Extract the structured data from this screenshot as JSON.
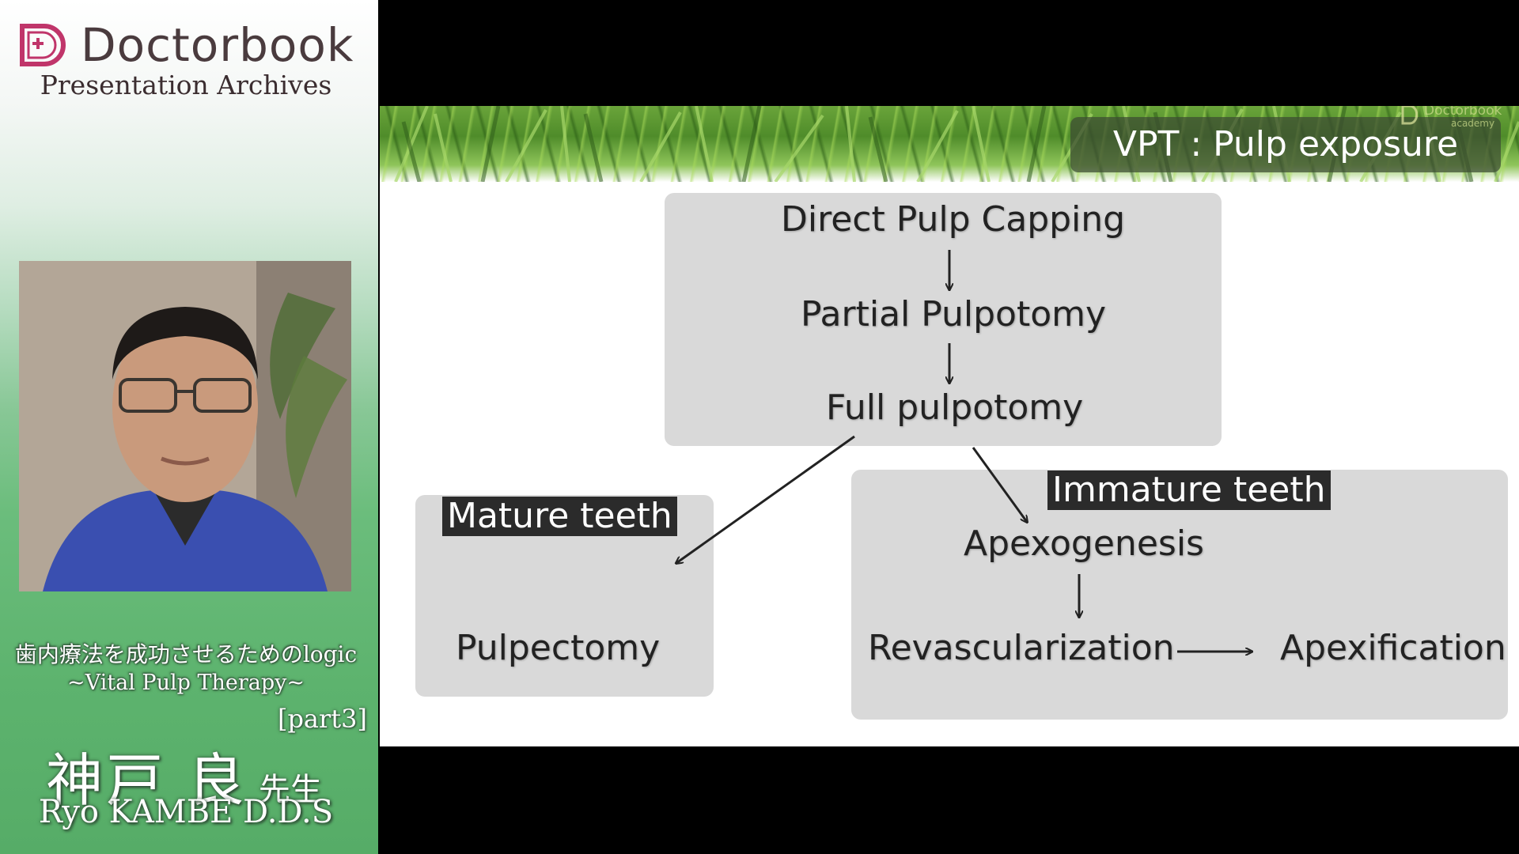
{
  "sidebar": {
    "brand_name": "Doctorbook",
    "brand_subtitle": "Presentation Archives",
    "series_title": "歯内療法を成功させるためのlogic",
    "series_subtitle": "~Vital Pulp Therapy~",
    "series_part": "[part3]",
    "speaker_name_jp": "神戸 良",
    "speaker_honorific": "先生",
    "speaker_name_en": "Ryo KAMBE D.D.S"
  },
  "slide": {
    "title": "VPT : Pulp exposure",
    "watermark": "Doctorbook",
    "watermark_sub": "academy",
    "nodes": {
      "direct_pulp_capping": "Direct Pulp Capping",
      "partial_pulpotomy": "Partial Pulpotomy",
      "full_pulpotomy": "Full pulpotomy",
      "mature_teeth": "Mature teeth",
      "pulpectomy": "Pulpectomy",
      "immature_teeth": "Immature teeth",
      "apexogenesis": "Apexogenesis",
      "revascularization": "Revascularization",
      "apexification": "Apexification"
    }
  },
  "colors": {
    "sidebar_green": "#5db36e",
    "box_gray": "#d9d9d9",
    "tag_dark": "#2b2b2b",
    "brand_pink": "#c0356a"
  }
}
